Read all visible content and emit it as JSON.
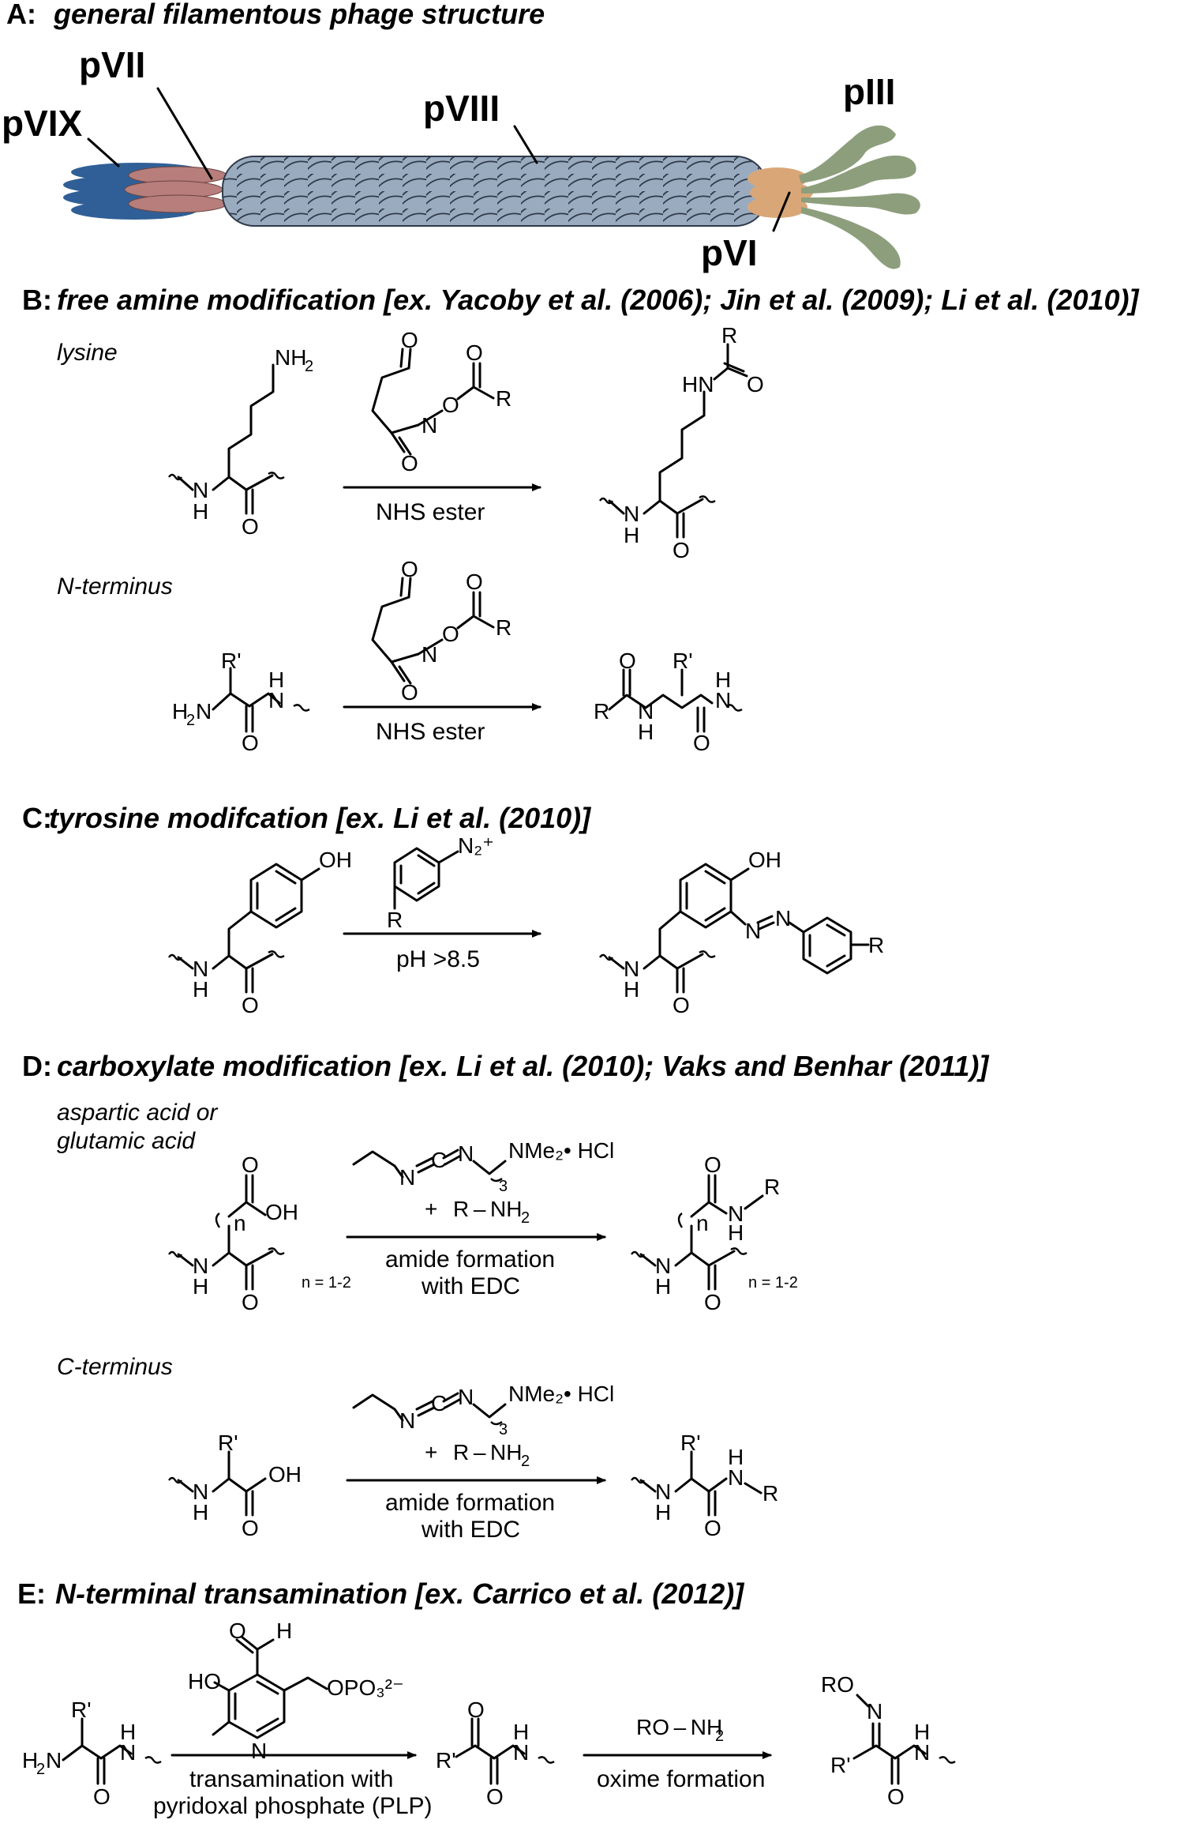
{
  "panels": {
    "a": {
      "letter": "A:",
      "title": "general filamentous phage structure"
    },
    "b": {
      "letter": "B:",
      "title": "free amine modification [ex. Yacoby et al. (2006); Jin et al. (2009); Li et al. (2010)]"
    },
    "c": {
      "letter": "C:",
      "title": "tyrosine modifcation [ex. Li et al. (2010)]"
    },
    "d": {
      "letter": "D:",
      "title": "carboxylate modification [ex. Li et al. (2010); Vaks and Benhar (2011)]"
    },
    "e": {
      "letter": "E:",
      "title": "N-terminal transamination [ex. Carrico et al. (2012)]"
    }
  },
  "phage": {
    "labels": {
      "pVIX": "pVIX",
      "pVII": "pVII",
      "pVIII": "pVIII",
      "pIII": "pIII",
      "pVI": "pVI"
    },
    "colors": {
      "pVIX": "#2f5f96",
      "pVII": "#b77e7b",
      "pVIII": "#9aabc0",
      "pIII": "#8d9e7c",
      "pVI": "#d9a777"
    }
  },
  "section_b": {
    "lysine_label": "lysine",
    "nterm_label": "N-terminus",
    "reagent_1": "NHS ester",
    "reagent_2": "NHS ester"
  },
  "section_c": {
    "condition": "pH >8.5"
  },
  "section_d": {
    "label_line1": "aspartic acid or",
    "label_line2": "glutamic acid",
    "n_range": "n = 1-2",
    "cterm_label": "C-terminus",
    "edc_line1": "amide formation",
    "edc_line2": "with EDC",
    "amine": "R – NH",
    "plus": "+"
  },
  "section_e": {
    "step1_line1": "transamination with",
    "step1_line2": "pyridoxal phosphate (PLP)",
    "step2": "oxime formation",
    "reagent2": "RO – NH"
  },
  "atoms": {
    "NH2": "NH",
    "sub2": "2",
    "sub3": "3",
    "H": "H",
    "N": "N",
    "O": "O",
    "OH": "OH",
    "HN": "HN",
    "R": "R",
    "Rp": "R'",
    "H2N": "H",
    "NMe2HCl": "NMe₂• HCl",
    "HO": "HO",
    "OPO3": "OPO₃²⁻",
    "RO": "RO",
    "n": "n",
    "C": "C",
    "N2plus": "N₂⁺"
  }
}
